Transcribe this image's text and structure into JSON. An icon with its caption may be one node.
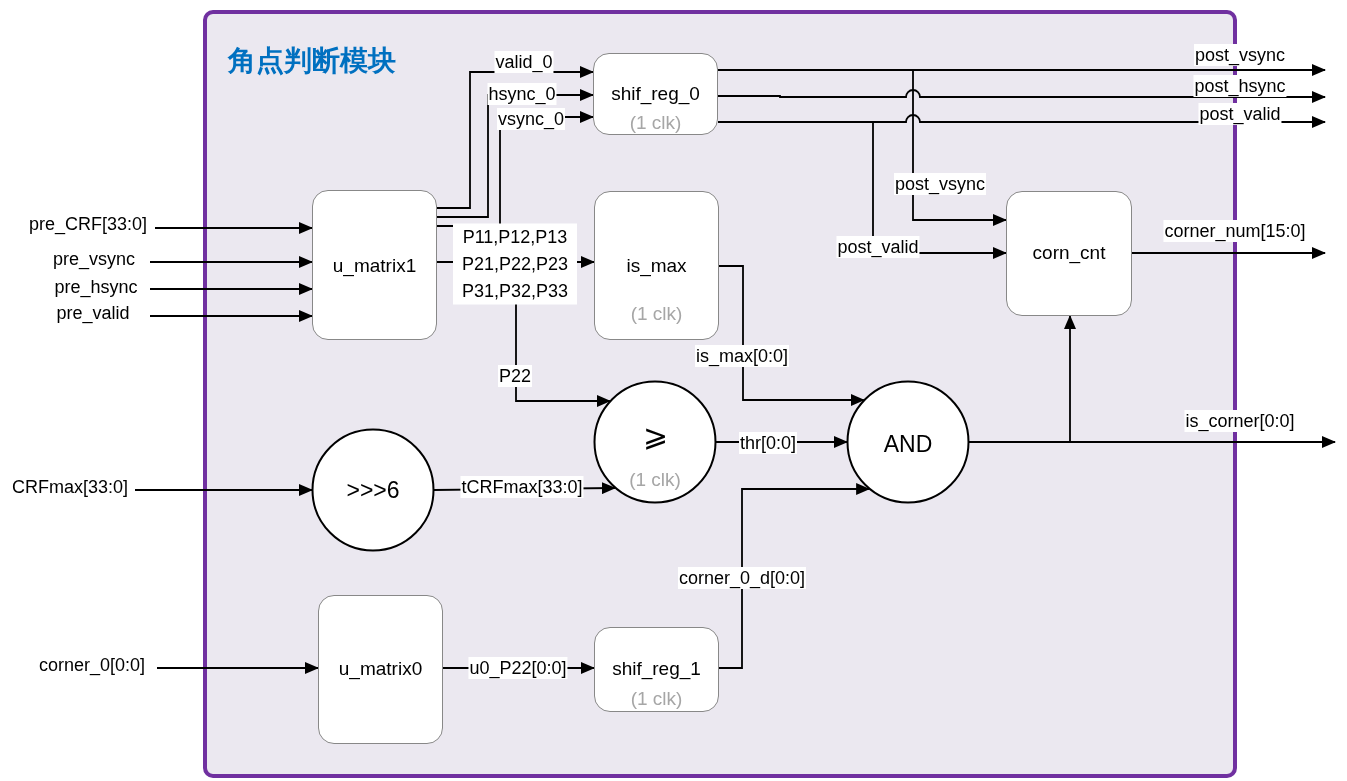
{
  "diagram": {
    "nodes": [
      {
        "text": [
          "角点判断模块"
        ]
      },
      {
        "text": [
          "u_matrix1"
        ],
        "in": 0
      },
      {
        "text": [
          "shif_reg_0",
          "(1 clk)"
        ],
        "in": 0
      },
      {
        "text": [
          "is_max",
          "(1 clk)"
        ],
        "in": 0
      },
      {
        "text": [
          "corn_cnt"
        ],
        "in": 0
      },
      {
        "text": [
          ">>>6"
        ],
        "in": 0
      },
      {
        "text": [
          "⩾",
          "(1 clk)"
        ],
        "in": 0
      },
      {
        "text": [
          "AND"
        ],
        "in": 0
      },
      {
        "text": [
          "u_matrix0"
        ],
        "in": 0
      },
      {
        "text": [
          "shif_reg_1",
          "(1 clk)"
        ],
        "in": 0
      }
    ],
    "edges": [
      {
        "from": null,
        "to": 1,
        "arrow": "to",
        "label": "pre_CRF[33:0]"
      },
      {
        "from": null,
        "to": 1,
        "arrow": "to",
        "label": "pre_vsync"
      },
      {
        "from": null,
        "to": 1,
        "arrow": "to",
        "label": "pre_hsync"
      },
      {
        "from": null,
        "to": 1,
        "arrow": "to",
        "label": "pre_valid"
      },
      {
        "from": 1,
        "to": 2,
        "arrow": "to",
        "label": "valid_0"
      },
      {
        "from": 1,
        "to": 2,
        "arrow": "to",
        "label": "hsync_0"
      },
      {
        "from": 1,
        "to": 2,
        "arrow": "to",
        "label": "vsync_0"
      },
      {
        "from": 1,
        "to": 3,
        "arrow": "to",
        "label": "P11,P12,P13 P21,P22,P23 P31,P32,P33"
      },
      {
        "from": 1,
        "to": 6,
        "arrow": "to",
        "label": "P22"
      },
      {
        "from": 2,
        "to": null,
        "arrow": "to",
        "label": "post_vsync"
      },
      {
        "from": 2,
        "to": null,
        "arrow": "to",
        "label": "post_hsync"
      },
      {
        "from": 2,
        "to": null,
        "arrow": "to",
        "label": "post_valid"
      },
      {
        "from": 2,
        "to": 4,
        "arrow": "to",
        "label": "post_vsync"
      },
      {
        "from": 2,
        "to": 4,
        "arrow": "to",
        "label": "post_valid"
      },
      {
        "from": 4,
        "to": null,
        "arrow": "to",
        "label": "corner_num[15:0]"
      },
      {
        "from": null,
        "to": 5,
        "arrow": "to",
        "label": "CRFmax[33:0]"
      },
      {
        "from": 5,
        "to": 6,
        "arrow": "to",
        "label": "tCRFmax[33:0]"
      },
      {
        "from": 3,
        "to": 7,
        "arrow": "to",
        "label": "is_max[0:0]"
      },
      {
        "from": 6,
        "to": 7,
        "arrow": "to",
        "label": "thr[0:0]"
      },
      {
        "from": null,
        "to": 8,
        "arrow": "to",
        "label": "corner_0[0:0]"
      },
      {
        "from": 8,
        "to": 9,
        "arrow": "to",
        "label": "u0_P22[0:0]"
      },
      {
        "from": 9,
        "to": 7,
        "arrow": "to",
        "label": "corner_0_d[0:0]"
      },
      {
        "from": 7,
        "to": null,
        "arrow": "to",
        "label": "is_corner[0:0]"
      },
      {
        "from": 7,
        "to": 4,
        "arrow": "to"
      }
    ]
  }
}
